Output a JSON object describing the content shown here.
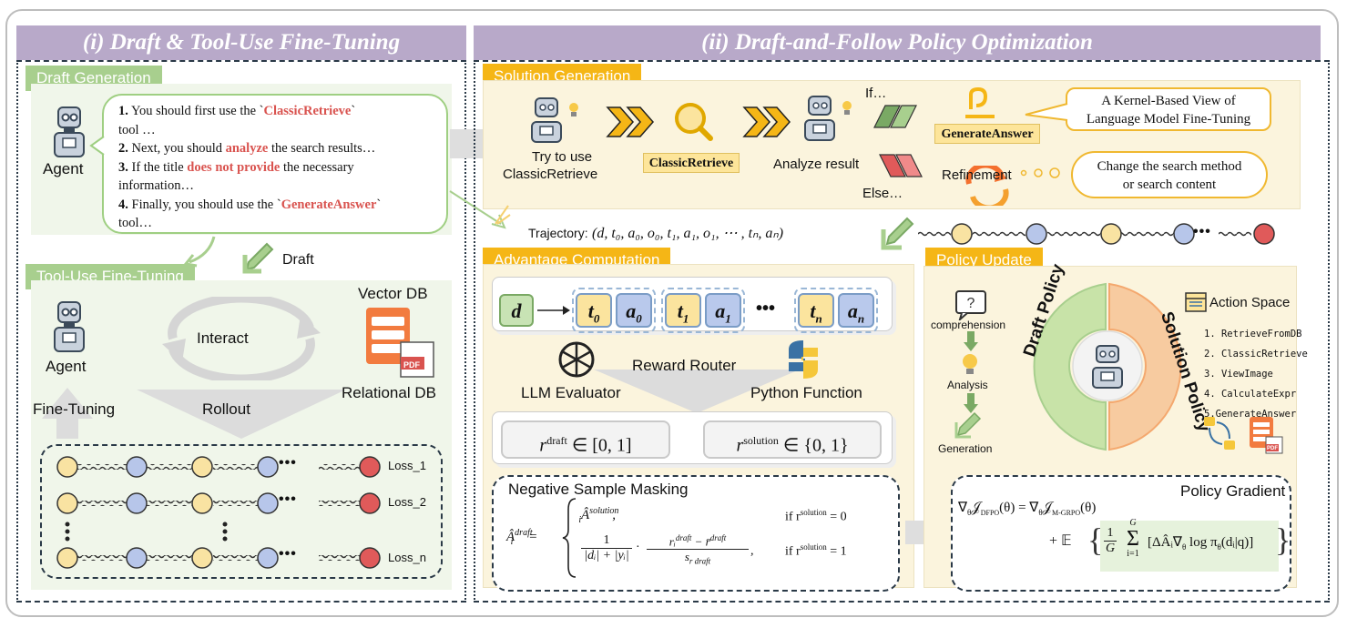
{
  "panels": {
    "left_title": "(i) Draft & Tool-Use Fine-Tuning",
    "right_title": "(ii) Draft-and-Follow Policy Optimization"
  },
  "draft_generation": {
    "tag": "Draft Generation",
    "agent_label": "Agent",
    "steps": [
      {
        "num": "1.",
        "before": "You should first use the `",
        "highlight": "ClassicRetrieve",
        "after": "`"
      },
      {
        "cont": "tool …"
      },
      {
        "num": "2.",
        "before": "Next, you should ",
        "highlight": "analyze",
        "after": " the search results…"
      },
      {
        "num": "3.",
        "before": "If the title ",
        "highlight": "does not provide",
        "after": " the necessary"
      },
      {
        "cont": "information…"
      },
      {
        "num": "4.",
        "before": "Finally, you should use the `",
        "highlight": "GenerateAnswer",
        "after": "`"
      },
      {
        "cont": "tool…"
      }
    ],
    "draft_label": "Draft"
  },
  "tool_use": {
    "tag": "Tool-Use Fine-Tuning",
    "agent_label": "Agent",
    "interact_label": "Interact",
    "rollout_label": "Rollout",
    "finetuning_label": "Fine-Tuning",
    "vector_db": "Vector DB",
    "relational_db": "Relational DB",
    "pdf_label": "PDF",
    "ellipsis": "•••",
    "losses": [
      "Loss_1",
      "Loss_2",
      "Loss_n"
    ]
  },
  "solution_generation": {
    "tag": "Solution Generation",
    "try_label_1": "Try to use",
    "try_label_2": "ClassicRetrieve",
    "chip": "ClassicRetrieve",
    "analyze_label": "Analyze result",
    "if_label": "If…",
    "else_label": "Else…",
    "generate_chip": "GenerateAnswer",
    "refinement_label": "Refinement",
    "callout_1": "A Kernel-Based View of",
    "callout_2": "Language Model Fine-Tuning",
    "cloud_1": "Change the search method",
    "cloud_2": "or search content"
  },
  "trajectory": {
    "label": "Trajectory:",
    "formula": "(d, t₀, a₀, o₀, t₁, a₁, o₁, ⋯ , tₙ, aₙ)",
    "ellipsis": "•••"
  },
  "advantage": {
    "tag": "Advantage Computation",
    "tokens": {
      "d": "d",
      "t0": "t",
      "t0s": "0",
      "a0": "a",
      "a0s": "0",
      "t1": "t",
      "t1s": "1",
      "a1": "a",
      "a1s": "1",
      "tn": "t",
      "tns": "n",
      "an": "a",
      "ans": "n",
      "dots": "•••"
    },
    "router_label": "Reward Router",
    "llm_label": "LLM Evaluator",
    "python_label": "Python Function",
    "r_draft": "r",
    "r_draft_sup": "draft",
    "r_draft_range": "∈ [0, 1]",
    "r_solution": "r",
    "r_solution_sup": "solution",
    "r_solution_range": "∈ {0, 1}"
  },
  "masking": {
    "title": "Negative Sample Masking",
    "lhs": "Â",
    "lhs_sup": "draft",
    "lhs_sub": "i",
    "eq": "=",
    "case1": "Â",
    "case1_sup": "solution",
    "case1_sub": "i",
    "case1_tail": ",",
    "case1_cond": "if r",
    "case1_cond_sup": "solution",
    "case1_cond_tail": "= 0",
    "frac1_num": "1",
    "frac1_den": "|dᵢ| + |yᵢ|",
    "dot": "·",
    "frac2_num": "rᵢ",
    "frac2_num_sup": "draft",
    "frac2_num_mid": " − r̄",
    "frac2_num_sup2": "draft",
    "frac2_den": "s",
    "frac2_den_sub": "r draft",
    "case2_tail": ",",
    "case2_cond": "if r",
    "case2_cond_sup": "solution",
    "case2_cond_tail": "= 1"
  },
  "policy_update": {
    "tag": "Policy Update",
    "comprehension": "comprehension",
    "analysis": "Analysis",
    "generation": "Generation",
    "draft_policy": "Draft Policy",
    "solution_policy": "Solution Policy",
    "action_space_title": "Action Space",
    "actions": [
      "1. RetrieveFromDB",
      "2. ClassicRetrieve",
      "3. ViewImage",
      "4. CalculateExpr",
      "5.GenerateAnswer"
    ],
    "pdf_label": "PDF"
  },
  "policy_gradient": {
    "title": "Policy Gradient",
    "line1_lhs": "∇",
    "line1_lhs_sub": "θ",
    "line1_lhs_j": "𝒥",
    "line1_lhs_jsub": "DFPO",
    "line1_lhs_arg": "(θ) = ∇",
    "line1_rhs_sub": "θ",
    "line1_rhs_j": "𝒥",
    "line1_rhs_jsub": "M-GRPO",
    "line1_rhs_arg": "(θ)",
    "line2_plus": "+ 𝔼",
    "line2_frac_num": "1",
    "line2_frac_den": "G",
    "line2_sum_top": "G",
    "line2_sum": "Σ",
    "line2_sum_bot": "i=1",
    "line2_body": "[ΔÂᵢ∇",
    "line2_body_sub": "θ",
    "line2_body_tail": " log π",
    "line2_body_sub2": "θ",
    "line2_body_end": "(dᵢ|q)]"
  },
  "colors": {
    "header": "#b8a9c9",
    "green_tag": "#a8cf8e",
    "orange_tag": "#f5b616",
    "node_yellow": "#f9e3a2",
    "node_blue": "#b7c6ea",
    "node_red": "#e05a5a",
    "accent_red": "#d9534f"
  }
}
